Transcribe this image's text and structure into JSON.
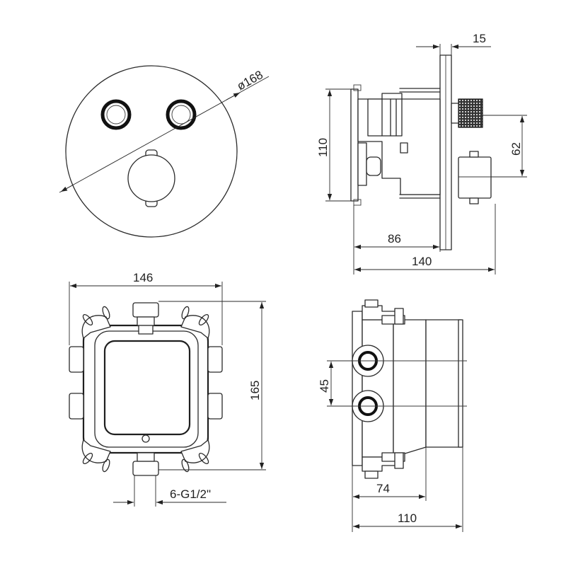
{
  "dimensions": {
    "front_diameter": "ø168",
    "side_depth_plate": "15",
    "side_height": "110",
    "side_handle_offset": "62",
    "side_depth_body": "86",
    "side_total_depth": "140",
    "box_width": "146",
    "box_height": "165",
    "box_thread": "6-G1/2\"",
    "box_side_spacing": "45",
    "box_side_depth": "74",
    "box_side_total": "110"
  }
}
